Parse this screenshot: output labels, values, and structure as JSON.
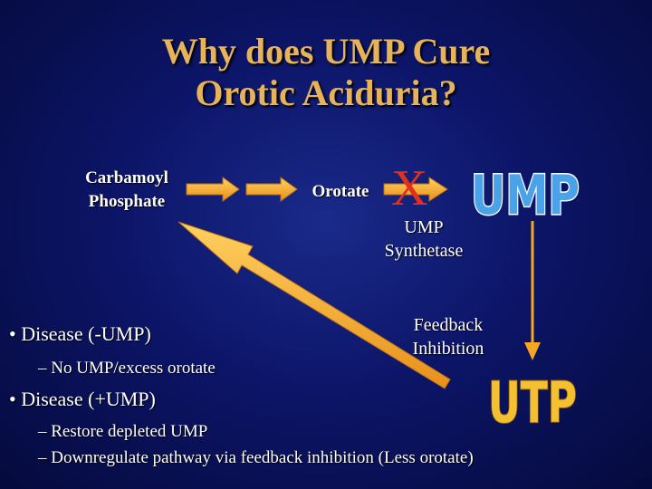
{
  "slide": {
    "title_line1": "Why does UMP Cure",
    "title_line2": "Orotic Aciduria?"
  },
  "pathway": {
    "start_line1": "Carbamoyl",
    "start_line2": "Phosphate",
    "intermediate": "Orotate",
    "block_mark": "X",
    "enzyme_line1": "UMP",
    "enzyme_line2": "Synthetase",
    "product": "UMP",
    "downstream": "UTP",
    "feedback_line1": "Feedback",
    "feedback_line2": "Inhibition"
  },
  "bullets": {
    "b1": "•  Disease (-UMP)",
    "b1_sub": "– No UMP/excess orotate",
    "b2": "•  Disease (+UMP)",
    "b2_sub1": "– Restore depleted UMP",
    "b2_sub2": "– Downregulate pathway via feedback inhibition (Less orotate)"
  },
  "colors": {
    "title": "#e6b25a",
    "arrows": "#f5a623",
    "block_x": "#e03020",
    "ump_fill": "#4aa3e8",
    "utp_fill": "#f2c030"
  }
}
